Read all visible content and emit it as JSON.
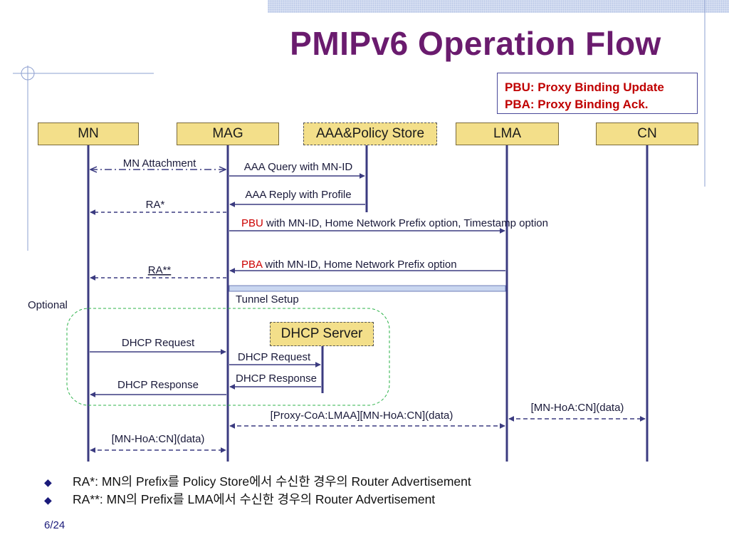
{
  "title": "PMIPv6 Operation Flow",
  "legend": {
    "line1": "PBU: Proxy Binding Update",
    "line2": "PBA: Proxy Binding Ack."
  },
  "entities": {
    "mn": "MN",
    "mag": "MAG",
    "aaa": "AAA&Policy Store",
    "lma": "LMA",
    "cn": "CN"
  },
  "dhcp_server": "DHCP Server",
  "optional_label": "Optional",
  "messages": {
    "mn_attachment": "MN Attachment",
    "aaa_query": "AAA Query with MN-ID",
    "aaa_reply": "AAA Reply with Profile",
    "ra1": "RA*",
    "pbu_keyword": "PBU",
    "pbu_rest": " with MN-ID, Home Network Prefix option, Timestamp option",
    "pba_keyword": "PBA",
    "pba_rest": " with MN-ID, Home Network Prefix option",
    "ra2": "RA**",
    "tunnel_setup": "Tunnel Setup",
    "dhcp_request_1": "DHCP Request",
    "dhcp_request_2": "DHCP Request",
    "dhcp_response_1": "DHCP Response",
    "dhcp_response_2": "DHCP Response",
    "lma_cn_data": "[MN-HoA:CN](data)",
    "mag_lma_data": "[Proxy-CoA:LMAA][MN-HoA:CN](data)",
    "mn_mag_data": "[MN-HoA:CN](data)"
  },
  "notes": [
    "RA*: MN의 Prefix를 Policy Store에서 수신한 경우의 Router Advertisement",
    "RA**: MN의 Prefix를 LMA에서 수신한 경우의 Router Advertisement"
  ],
  "page_number": "6/24",
  "colors": {
    "title": "#6a1b6e",
    "legend_text": "#c00000",
    "entity_fill": "#f3df8a",
    "lifeline": "#3b3b80",
    "keyword_red": "#cc0000",
    "optional_border": "#2db34a",
    "tunnel": "#c9d6f0"
  }
}
